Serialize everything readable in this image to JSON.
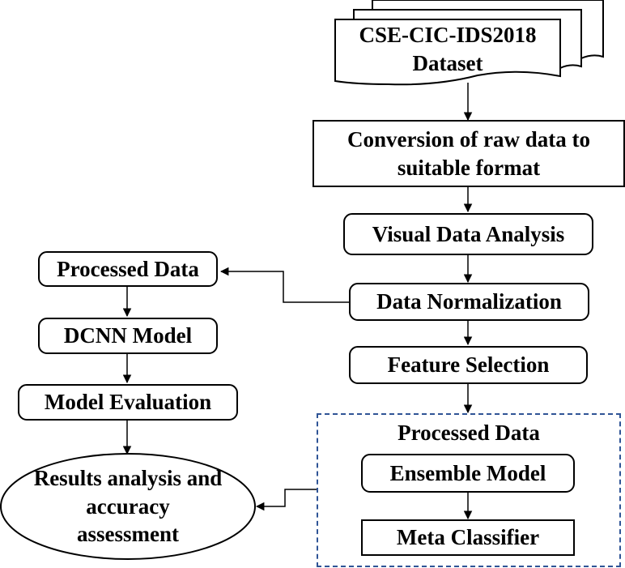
{
  "nodes": {
    "dataset": "CSE-CIC-IDS2018 Dataset",
    "conversion": "Conversion of raw data to suitable format",
    "visual_analysis": "Visual Data Analysis",
    "normalization": "Data Normalization",
    "feature_selection": "Feature Selection",
    "processed_data_right": "Processed Data",
    "ensemble_model": "Ensemble Model",
    "meta_classifier": "Meta Classifier",
    "processed_data_left": "Processed Data",
    "dcnn_model": "DCNN Model",
    "model_evaluation": "Model Evaluation",
    "results": "Results analysis and accuracy assessment"
  }
}
